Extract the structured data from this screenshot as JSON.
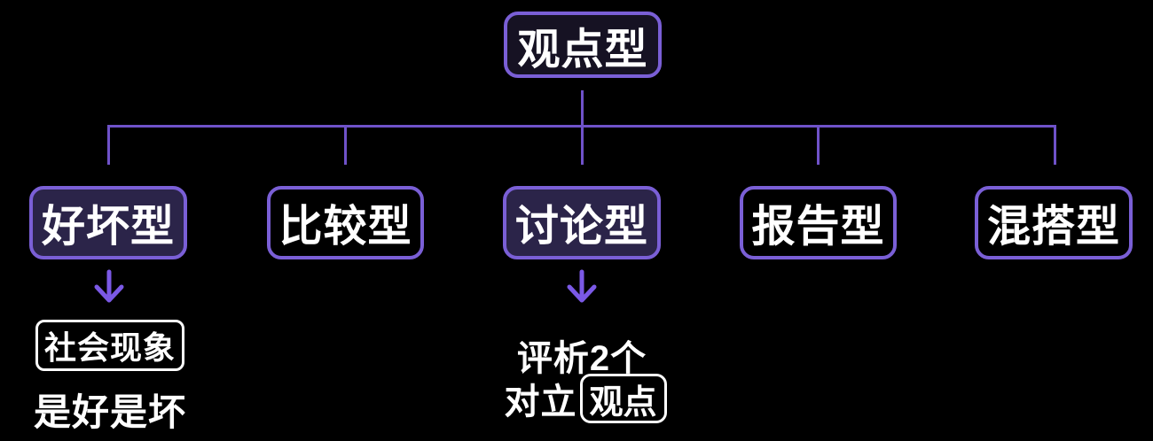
{
  "diagram": {
    "root": {
      "label": "观点型"
    },
    "children": [
      {
        "label": "好坏型",
        "highlighted": true
      },
      {
        "label": "比较型",
        "highlighted": false
      },
      {
        "label": "讨论型",
        "highlighted": true
      },
      {
        "label": "报告型",
        "highlighted": false
      },
      {
        "label": "混搭型",
        "highlighted": false
      }
    ],
    "annotations": {
      "good_bad": {
        "boxed": "社会现象",
        "below": "是好是坏"
      },
      "discussion": {
        "line1": "评析2个",
        "line2_plain": "对立",
        "line2_boxed": "观点"
      }
    },
    "colors": {
      "background": "#000000",
      "node_border": "#7a5fd6",
      "connector": "#6f52c9",
      "arrow": "#7b59e6",
      "highlight_fill": "#2b2449",
      "root_fill": "#161223",
      "text": "#ffffff",
      "white_box_border": "#ffffff"
    }
  }
}
